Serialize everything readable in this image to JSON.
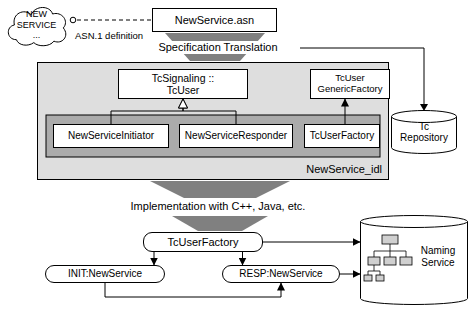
{
  "diagram": {
    "nodes": [
      {
        "text": [
          "NEW SERVICE ..."
        ]
      },
      {
        "text": [
          "NewService.asn"
        ]
      },
      {
        "text": [
          "Tc Repository"
        ]
      },
      {
        "text": [
          "NewService_idl"
        ]
      },
      {
        "text": [
          "TcSignaling :: TcUser"
        ],
        "in": 3
      },
      {
        "text": [
          "TcUser GenericFactory"
        ],
        "in": 3
      },
      {
        "text": [
          "NewServiceInitiator"
        ],
        "in": 3
      },
      {
        "text": [
          "NewServiceResponder"
        ],
        "in": 3
      },
      {
        "text": [
          "TcUserFactory"
        ],
        "in": 3
      },
      {
        "text": [
          "TcUserFactory"
        ]
      },
      {
        "text": [
          "INIT:NewService"
        ]
      },
      {
        "text": [
          "RESP:NewService"
        ]
      },
      {
        "text": [
          "Naming Service"
        ]
      }
    ],
    "edges": [
      {
        "from": 0,
        "to": 1,
        "arrow": "none"
      },
      {
        "from": 6,
        "to": 4,
        "arrow": "to"
      },
      {
        "from": 7,
        "to": 4,
        "arrow": "to"
      },
      {
        "from": 8,
        "to": 5,
        "arrow": "to"
      },
      {
        "from": 9,
        "to": 10,
        "arrow": "to"
      },
      {
        "from": 9,
        "to": 11,
        "arrow": "to"
      },
      {
        "from": 10,
        "to": 11,
        "arrow": "to"
      },
      {
        "from": 11,
        "to": 12,
        "arrow": "to"
      },
      {
        "from": 9,
        "to": 12,
        "arrow": "to"
      }
    ],
    "labels": [
      "ASN.1 definition",
      "Specification Translation",
      "Implementation with C++, Java, etc."
    ]
  }
}
